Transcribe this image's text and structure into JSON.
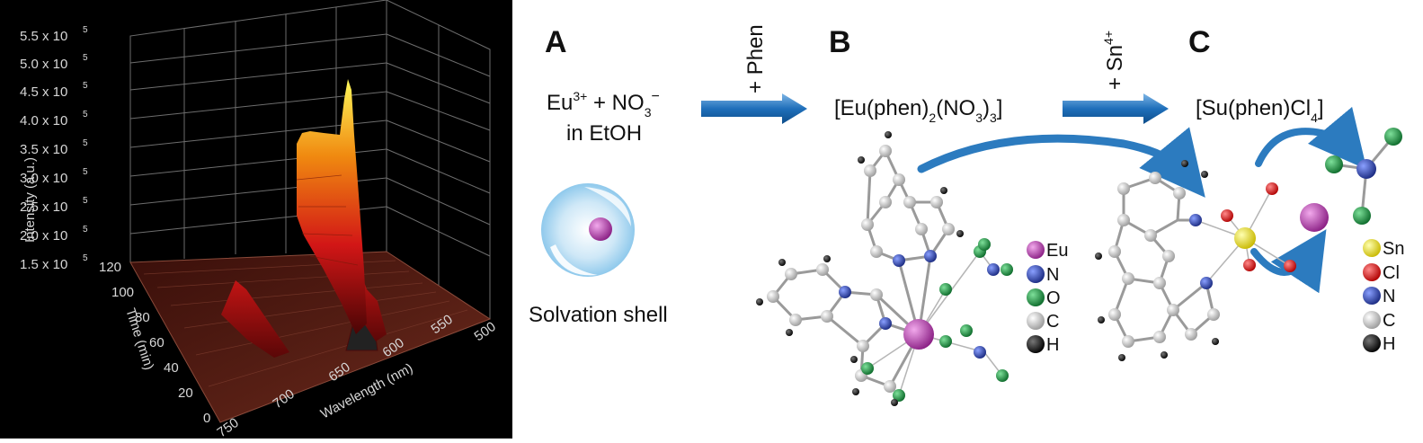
{
  "plot": {
    "y_axis_title": "Intensity (a.u.)",
    "time_axis_title": "Time (min)",
    "wavelength_axis_title": "Wavelength (nm)",
    "intensity_ticks": [
      "1.5 x 10",
      "2.0 x 10",
      "2.5 x 10",
      "3.0 x 10",
      "3.5 x 10",
      "4.0 x 10",
      "4.5 x 10",
      "5.0 x 10",
      "5.5 x 10"
    ],
    "intensity_exponent": "5",
    "time_ticks": [
      "0",
      "20",
      "40",
      "60",
      "80",
      "100",
      "120"
    ],
    "wavelength_ticks": [
      "750",
      "700",
      "650",
      "600",
      "550",
      "500"
    ]
  },
  "chart_data": {
    "type": "surface-3d",
    "x_label": "Wavelength (nm)",
    "x_range": [
      500,
      750
    ],
    "y_label": "Time (min)",
    "y_range": [
      0,
      120
    ],
    "z_label": "Intensity (a.u.)",
    "z_range": [
      150000,
      550000
    ],
    "peaks": [
      {
        "wavelength": 615,
        "max_intensity": 540000
      },
      {
        "wavelength": 592,
        "max_intensity": 250000
      },
      {
        "wavelength": 700,
        "max_intensity": 200000
      }
    ]
  },
  "scheme": {
    "panel_a": {
      "label": "A",
      "reactant_line1_prefix": "Eu",
      "reactant_line1_sup": "3+",
      "reactant_line1_mid": " + NO",
      "reactant_line1_sub": "3",
      "reactant_line1_sup2": "−",
      "reactant_line2": "in EtOH",
      "shell_caption": "Solvation shell"
    },
    "arrow_1": {
      "reagent": "+ Phen"
    },
    "panel_b": {
      "label": "B",
      "formula_pre": "[Eu(phen)",
      "formula_sub1": "2",
      "formula_mid": "(NO",
      "formula_sub2": "3",
      "formula_mid2": ")",
      "formula_sub3": "3",
      "formula_end": "]"
    },
    "arrow_2": {
      "reagent_base": "+ Sn",
      "reagent_sup": "4+"
    },
    "panel_c": {
      "label": "C",
      "formula_pre": "[Su(phen)Cl",
      "formula_sub": "4",
      "formula_end": "]"
    },
    "legend_b": [
      "Eu",
      "N",
      "O",
      "C",
      "H"
    ],
    "legend_c": [
      "Sn",
      "Cl",
      "N",
      "C",
      "H"
    ]
  },
  "colors": {
    "Eu": "#b03aa8",
    "N": "#2a3fa0",
    "O": "#168a3c",
    "C": "#d8d8d8",
    "H": "#111111",
    "Sn": "#e8e020",
    "Cl": "#e01818",
    "arrow": "#2c7bbf"
  }
}
